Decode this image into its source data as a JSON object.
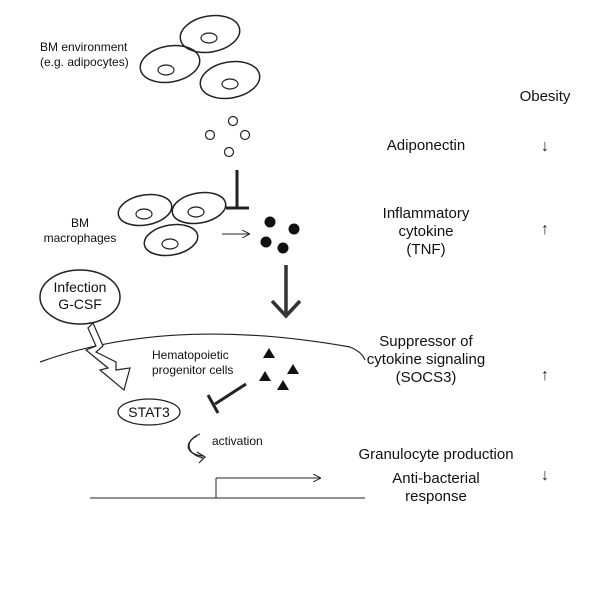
{
  "labels": {
    "bm_environment": [
      "BM environment",
      "(e.g. adipocytes)"
    ],
    "bm_macrophages": [
      "BM",
      "macrophages"
    ],
    "infection": [
      "Infection",
      "G-CSF"
    ],
    "hematopoietic": [
      "Hematopoietic",
      "progenitor cells"
    ],
    "stat3": "STAT3",
    "activation": "activation"
  },
  "right_column": {
    "header": "Obesity",
    "rows": [
      {
        "label": [
          "Adiponectin"
        ],
        "trend": "down",
        "glyph": "↓"
      },
      {
        "label": [
          "Inflammatory",
          "cytokine",
          "(TNF)"
        ],
        "trend": "up",
        "glyph": "↑"
      },
      {
        "label": [
          "Suppressor of",
          "cytokine signaling",
          "(SOCS3)"
        ],
        "trend": "up",
        "glyph": "↑"
      },
      {
        "label": [
          "Granulocyte production",
          "Anti-bacterial",
          "response"
        ],
        "trend": "down",
        "glyph": "↓"
      }
    ]
  },
  "colors": {
    "line": "#222222",
    "text": "#111111",
    "background": "#ffffff"
  }
}
